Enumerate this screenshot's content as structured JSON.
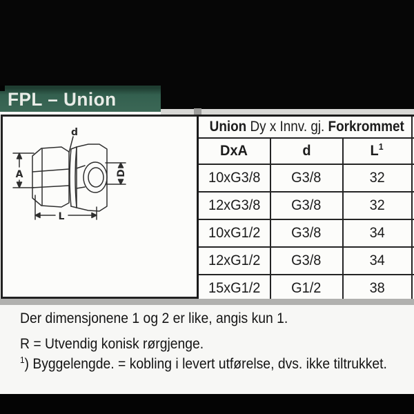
{
  "colors": {
    "page_black": "#060606",
    "header_green": "#33604f",
    "scan_white": "#f7f7f5",
    "band_gray": "#b1b1af"
  },
  "header_bar": {
    "title": "FPL – Union"
  },
  "drawing": {
    "label_top": "d",
    "label_left": "A",
    "label_right": "D",
    "label_bottom": "L"
  },
  "table": {
    "title_bold1": "Union",
    "title_mid": " Dy x Innv. gj. ",
    "title_bold2": "Forkrommet",
    "col1": "DxA",
    "col2": "d",
    "col3_base": "L",
    "col3_sup": "1",
    "rows": [
      [
        "10xG3/8",
        "G3/8",
        "32"
      ],
      [
        "12xG3/8",
        "G3/8",
        "32"
      ],
      [
        "10xG1/2",
        "G3/8",
        "34"
      ],
      [
        "12xG1/2",
        "G3/8",
        "34"
      ],
      [
        "15xG1/2",
        "G1/2",
        "38"
      ]
    ]
  },
  "notes": {
    "line1": "Der dimensjonene 1 og 2 er like, angis kun 1.",
    "line2": "R = Utvendig konisk rørgjenge.",
    "line3_sup": "1",
    "line3_rest": ") Byggelengde. = kobling i levert utførelse, dvs. ikke tiltrukket."
  }
}
